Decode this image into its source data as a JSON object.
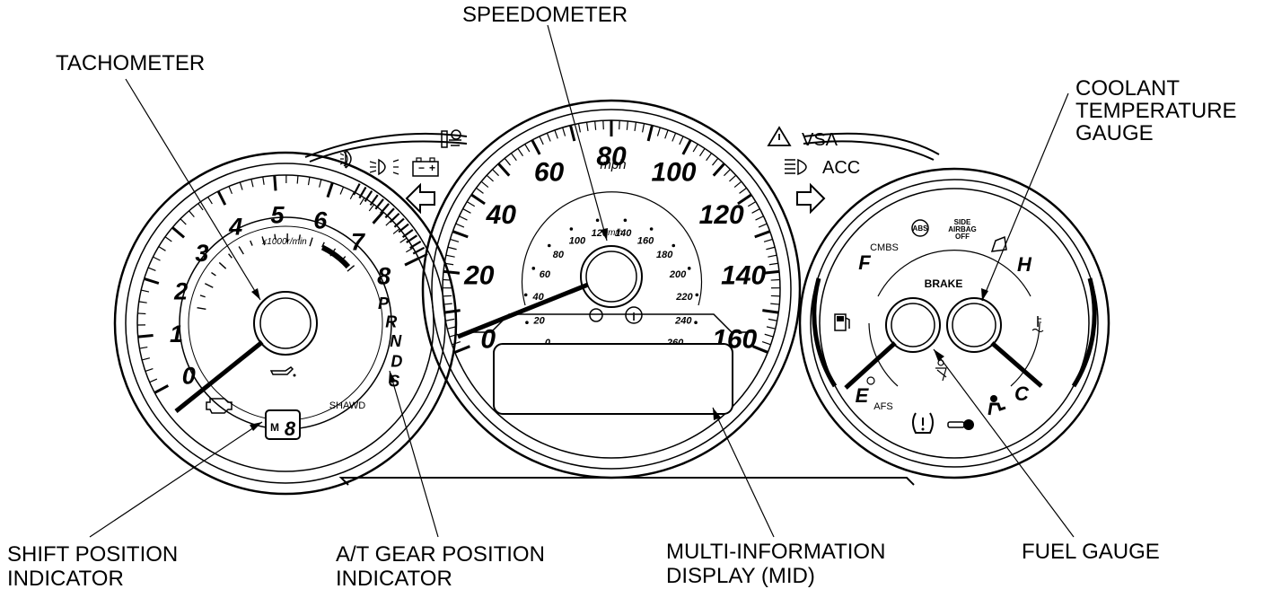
{
  "callouts": {
    "speedometer": "SPEEDOMETER",
    "tachometer": "TACHOMETER",
    "coolant_1": "COOLANT",
    "coolant_2": "TEMPERATURE",
    "coolant_3": "GAUGE",
    "shift_1": "SHIFT POSITION",
    "shift_2": "INDICATOR",
    "gear_1": "A/T GEAR POSITION",
    "gear_2": "INDICATOR",
    "mid_1": "MULTI-INFORMATION",
    "mid_2": "DISPLAY (MID)",
    "fuel": "FUEL GAUGE"
  },
  "speedometer": {
    "mph_labels": [
      "0",
      "20",
      "40",
      "60",
      "80",
      "100",
      "120",
      "140",
      "160"
    ],
    "mph_unit": "mph",
    "kmh_labels": [
      "0",
      "20",
      "40",
      "60",
      "80",
      "100",
      "120",
      "140",
      "160",
      "180",
      "200",
      "220",
      "240",
      "260"
    ],
    "kmh_unit": "km/h"
  },
  "tachometer": {
    "rpm_labels": [
      "0",
      "1",
      "2",
      "3",
      "4",
      "5",
      "6",
      "7",
      "8"
    ],
    "unit": "x1000r/min",
    "gears": [
      "P",
      "R",
      "N",
      "D",
      "S"
    ],
    "shawd": "SHAWD",
    "shift_display_mode": "M",
    "shift_display_digit": "8"
  },
  "gauges": {
    "fuel_full": "F",
    "fuel_empty": "E",
    "temp_hot": "H",
    "temp_cold": "C",
    "brake": "BRAKE",
    "cmbs": "CMBS",
    "afs": "AFS",
    "abs": "ABS",
    "side_airbag_1": "SIDE",
    "side_airbag_2": "AIRBAG",
    "side_airbag_3": "OFF"
  },
  "indicators": {
    "vsa": "VSA",
    "acc": "ACC",
    "icons": [
      "fog-light-icon",
      "headlight-icon",
      "battery-icon",
      "left-turn-signal-icon",
      "seatbelt-icon",
      "warning-triangle-icon",
      "high-beam-icon",
      "right-turn-signal-icon",
      "check-engine-icon",
      "oil-pressure-icon",
      "fuel-pump-icon",
      "coolant-icon",
      "airbag-icon",
      "tpms-icon",
      "immobilizer-key-icon",
      "door-open-icon"
    ]
  }
}
